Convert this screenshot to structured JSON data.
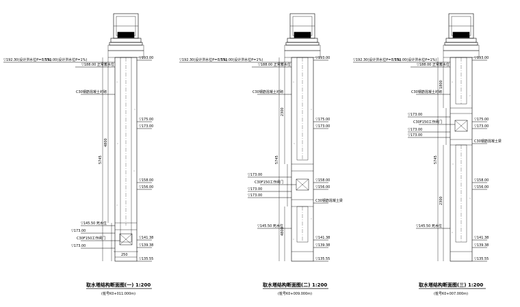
{
  "panels": [
    {
      "title": "取水塔结构断面图(一)",
      "scale": "1:200",
      "subtitle": "(桩号K0+011.000m)",
      "dims": {
        "total": "5745",
        "upper": "4800",
        "bottom": "250"
      },
      "labels": {
        "top_right": "▽193.00",
        "left_a": "▽192.30(设计洪水位P=0.5%)",
        "left_b": "▽191.00(设计洪水位P=1%)",
        "left_c": "▽188.00 正常蓄水位",
        "concrete": "C30钢筋混凝土衬砌",
        "r175": "▽175.00",
        "r173": "▽173.00",
        "r158": "▽158.00",
        "r156": "▽156.00",
        "l145": "▽145.50 死水位",
        "l173a": "▽173.00",
        "gate": "C30F150工作闸门",
        "l173b": "▽173.00",
        "r141": "▽141.38",
        "r139": "▽139.38",
        "r135": "▽135.55"
      }
    },
    {
      "title": "取水塔结构断面图(二)",
      "scale": "1:200",
      "subtitle": "(桩号K0+009.000m)",
      "dims": {
        "total": "5745",
        "upper": "2300",
        "lower": "4800"
      },
      "labels": {
        "top_right": "▽193.00",
        "left_a": "▽192.30(设计洪水位P=0.5%)",
        "left_b": "▽191.00(设计洪水位P=1%)",
        "left_c": "▽188.00 正常蓄水位",
        "concrete": "C30钢筋混凝土衬砌",
        "r175": "▽175.00",
        "r173": "▽173.00",
        "l173a": "▽173.00",
        "gate": "C30F150工作闸门",
        "l173b": "▽173.00",
        "l173c": "▽173.00",
        "r158": "▽158.00",
        "r156": "▽156.00",
        "beam": "C30钢筋混凝土梁",
        "l145": "▽145.50 死水位",
        "r141": "▽141.38",
        "r139": "▽139.38",
        "r135": "▽135.55"
      }
    },
    {
      "title": "取水塔结构断面图(三)",
      "scale": "1:200",
      "subtitle": "(桩号K0+007.000m)",
      "dims": {
        "total": "5745",
        "upper": "1800",
        "lower": "2300"
      },
      "labels": {
        "top_right": "▽193.00",
        "left_a": "▽192.30(设计洪水位P=0.5%)",
        "left_b": "▽191.00(设计洪水位P=1%)",
        "left_c": "▽188.00 正常蓄水位",
        "concrete": "C30钢筋混凝土衬砌",
        "l173a": "▽173.00",
        "gate": "C30F150工作闸门",
        "l173b": "▽173.00",
        "l173c": "▽173.00",
        "r175": "▽175.00",
        "r173": "▽173.00",
        "beam": "C30钢筋混凝土梁",
        "r158": "▽158.00",
        "r156": "▽156.00",
        "l145": "▽145.50 死水位",
        "r141": "▽141.38",
        "r139": "▽139.38",
        "r135": "▽135.55"
      }
    }
  ]
}
